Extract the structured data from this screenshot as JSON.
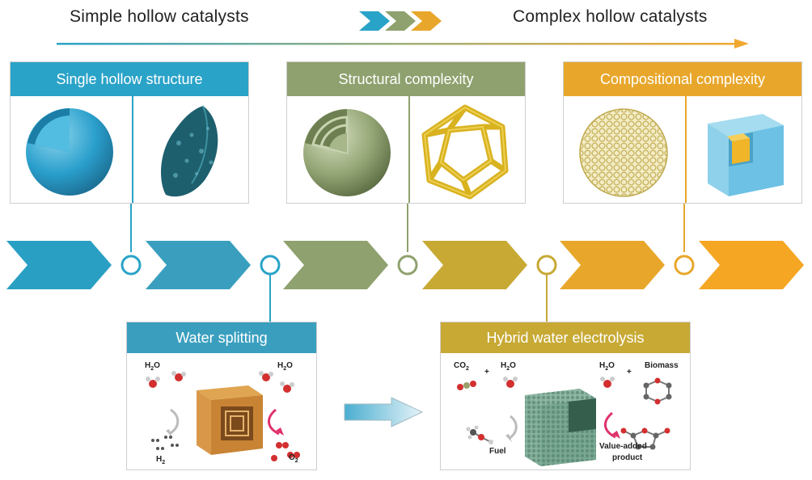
{
  "header": {
    "left_title": "Simple hollow catalysts",
    "right_title": "Complex hollow catalysts"
  },
  "colors": {
    "blue": "#2aa3c8",
    "teal_blue": "#3a9fbf",
    "green": "#8fa16e",
    "olive": "#c7a934",
    "gold": "#e8a72b",
    "orange": "#f5a623"
  },
  "panels": {
    "single": {
      "title": "Single hollow structure"
    },
    "structural": {
      "title": "Structural complexity"
    },
    "compositional": {
      "title": "Compositional complexity"
    },
    "water": {
      "title": "Water splitting",
      "labels": {
        "h2o_left": "H",
        "h2o_right": "H",
        "h2": "H",
        "o2": "O"
      }
    },
    "hybrid": {
      "title": "Hybrid water electrolysis",
      "labels": {
        "co2": "CO",
        "h2o_a": "H",
        "h2o_b": "H",
        "biomass": "Biomass",
        "fuel": "Fuel",
        "value_added": "Value-added",
        "product": "product"
      }
    }
  }
}
